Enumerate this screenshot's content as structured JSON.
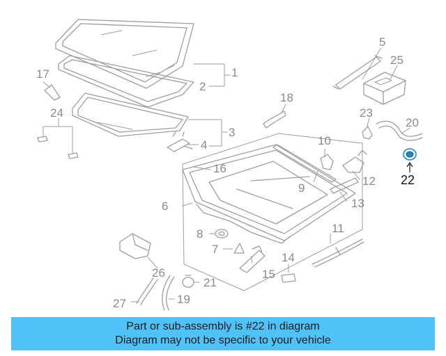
{
  "diagram": {
    "callouts": [
      {
        "id": "c1",
        "label": "1",
        "highlight": false
      },
      {
        "id": "c2",
        "label": "2",
        "highlight": false
      },
      {
        "id": "c3",
        "label": "3",
        "highlight": false
      },
      {
        "id": "c4",
        "label": "4",
        "highlight": false
      },
      {
        "id": "c5",
        "label": "5",
        "highlight": false
      },
      {
        "id": "c6",
        "label": "6",
        "highlight": false
      },
      {
        "id": "c7",
        "label": "7",
        "highlight": false
      },
      {
        "id": "c8",
        "label": "8",
        "highlight": false
      },
      {
        "id": "c9",
        "label": "9",
        "highlight": false
      },
      {
        "id": "c10",
        "label": "10",
        "highlight": false
      },
      {
        "id": "c11",
        "label": "11",
        "highlight": false
      },
      {
        "id": "c12",
        "label": "12",
        "highlight": false
      },
      {
        "id": "c13",
        "label": "13",
        "highlight": false
      },
      {
        "id": "c14",
        "label": "14",
        "highlight": false
      },
      {
        "id": "c15",
        "label": "15",
        "highlight": false
      },
      {
        "id": "c16",
        "label": "16",
        "highlight": false
      },
      {
        "id": "c17",
        "label": "17",
        "highlight": false
      },
      {
        "id": "c18",
        "label": "18",
        "highlight": false
      },
      {
        "id": "c19",
        "label": "19",
        "highlight": false
      },
      {
        "id": "c20",
        "label": "20",
        "highlight": false
      },
      {
        "id": "c21",
        "label": "21",
        "highlight": false
      },
      {
        "id": "c22",
        "label": "22",
        "highlight": true
      },
      {
        "id": "c23",
        "label": "23",
        "highlight": false
      },
      {
        "id": "c24",
        "label": "24",
        "highlight": false
      },
      {
        "id": "c25",
        "label": "25",
        "highlight": false
      },
      {
        "id": "c26",
        "label": "26",
        "highlight": false
      },
      {
        "id": "c27",
        "label": "27",
        "highlight": false
      }
    ]
  },
  "banner": {
    "line1": "Part or sub-assembly is #22 in diagram",
    "line2": "Diagram may not be specific to your vehicle"
  },
  "colors": {
    "banner_bg": "#4fc3f7",
    "line": "#9e9e9e",
    "callout_text": "#8a8a8a",
    "highlight_text": "#111111",
    "highlight_part": "#1e88c8"
  }
}
